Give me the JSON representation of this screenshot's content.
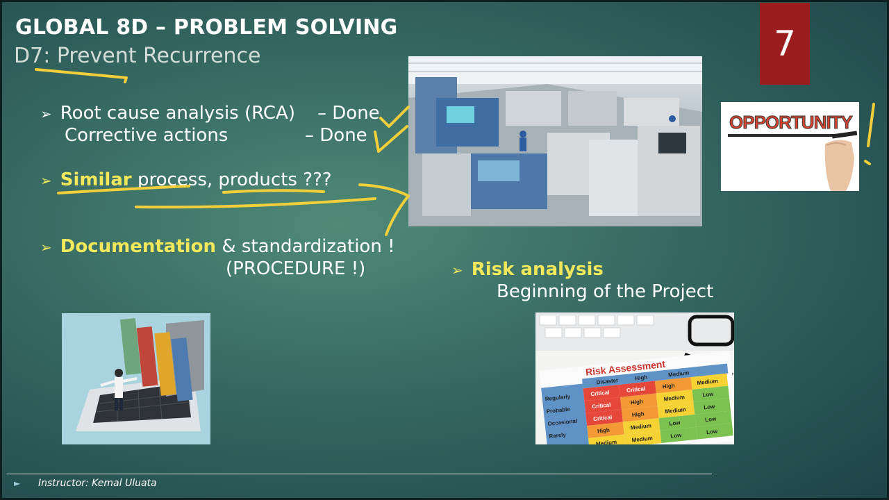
{
  "slide": {
    "title": "GLOBAL 8D – PROBLEM SOLVING",
    "subtitle": "D7: Prevent Recurrence",
    "slide_number": "7"
  },
  "bullets": {
    "rca_label": "Root cause analysis (RCA)",
    "rca_status": "– Done",
    "ca_label": "Corrective actions",
    "ca_status": "– Done",
    "similar_bold": "Similar",
    "similar_rest": " process, products ???",
    "doc_bold": "Documentation",
    "doc_rest": " & standardization !",
    "procedure": "(PROCEDURE !)",
    "risk_bold": "Risk analysis",
    "risk_sub": "Beginning of the Project"
  },
  "images": {
    "opportunity_text": "OPPORTUNITY",
    "risk_sheet_title": "Risk Assessment",
    "risk_cells": [
      "Critical",
      "Critical",
      "High",
      "Medium",
      "Critical",
      "High",
      "Medium",
      "Low",
      "Critical",
      "High",
      "Medium",
      "Low",
      "High",
      "Medium",
      "Low",
      "Low",
      "Medium",
      "Medium",
      "Low",
      "Low"
    ],
    "risk_headers": [
      "Disaster",
      "High",
      "Medium"
    ],
    "risk_rows": [
      "Regularly",
      "Probable",
      "Occasional",
      "Rarely"
    ]
  },
  "footer": {
    "instructor": "Instructor: Kemal Uluata"
  },
  "colors": {
    "accent_yellow": "#f2e85b",
    "number_box": "#9c1d1d",
    "background": "#3b6f66"
  }
}
